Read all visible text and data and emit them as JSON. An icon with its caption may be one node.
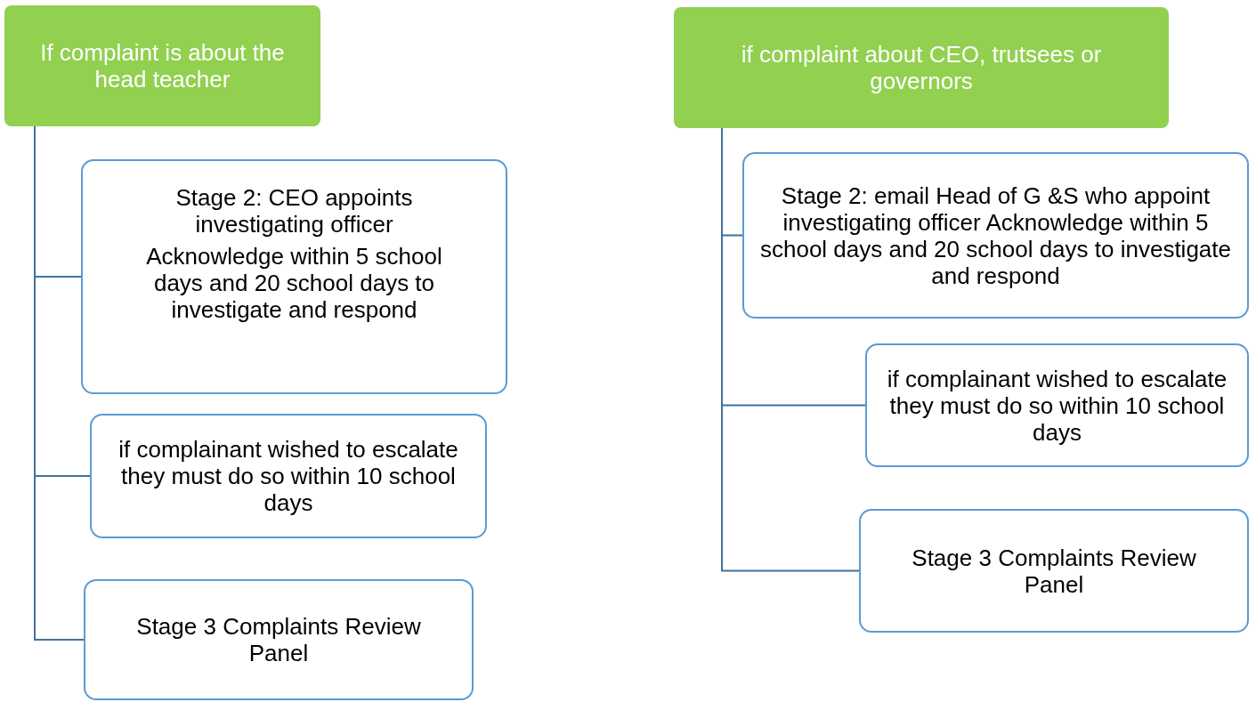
{
  "diagram": {
    "nodes": [
      {
        "text": [
          "If complaint is about the head teacher"
        ]
      },
      {
        "text": [
          "Stage 2: CEO appoints investigating officer",
          "Acknowledge within 5 school days and 20 school days to investigate and respond"
        ]
      },
      {
        "text": [
          "if complainant wished to escalate they must do so within 10 school days"
        ]
      },
      {
        "text": [
          "Stage 3 Complaints Review Panel"
        ]
      },
      {
        "text": [
          "if complaint about CEO, trutsees or governors"
        ]
      },
      {
        "text": [
          "Stage 2: email Head of G &S who appoint investigating officer Acknowledge within 5 school days and 20 school days to investigate and respond"
        ]
      },
      {
        "text": [
          "if complainant wished to escalate they must do so within 10 school days"
        ]
      },
      {
        "text": [
          "Stage 3 Complaints Review Panel"
        ]
      }
    ],
    "edges": [
      {
        "from": 0,
        "to": 1,
        "arrow": "none"
      },
      {
        "from": 0,
        "to": 2,
        "arrow": "none"
      },
      {
        "from": 0,
        "to": 3,
        "arrow": "none"
      },
      {
        "from": 4,
        "to": 5,
        "arrow": "none"
      },
      {
        "from": 4,
        "to": 6,
        "arrow": "none"
      },
      {
        "from": 4,
        "to": 7,
        "arrow": "none"
      }
    ]
  }
}
